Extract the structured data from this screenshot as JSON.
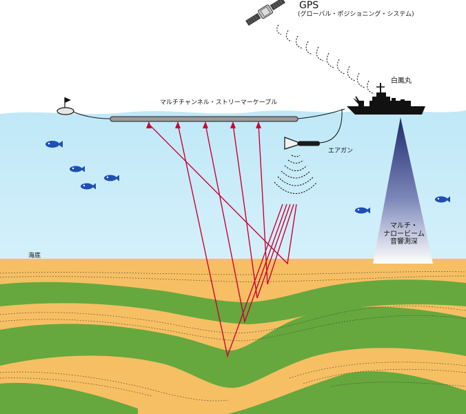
{
  "labels": {
    "gps_title": "GPS",
    "gps_subtitle": "(グローバル・ポジショニング・システム)",
    "ship_name": "白鳳丸",
    "streamer": "マルチチャンネル・ストリーマーケーブル",
    "airgun": "エアガン",
    "seafloor": "海底",
    "echo_line1": "マルチ・",
    "echo_line2": "ナロービーム",
    "echo_line3": "音響測深"
  },
  "colors": {
    "sky": "#ffffff",
    "sea": "#cdeef9",
    "sediment": "#f7bf63",
    "layer": "#66a83e",
    "ray": "#cc0033",
    "ship": "#111111",
    "fish": "#1d4fb5",
    "cable": "#9a9a9a"
  },
  "icons": [
    "satellite-icon",
    "buoy-icon",
    "ship-icon",
    "airgun-icon",
    "fish-icon"
  ]
}
